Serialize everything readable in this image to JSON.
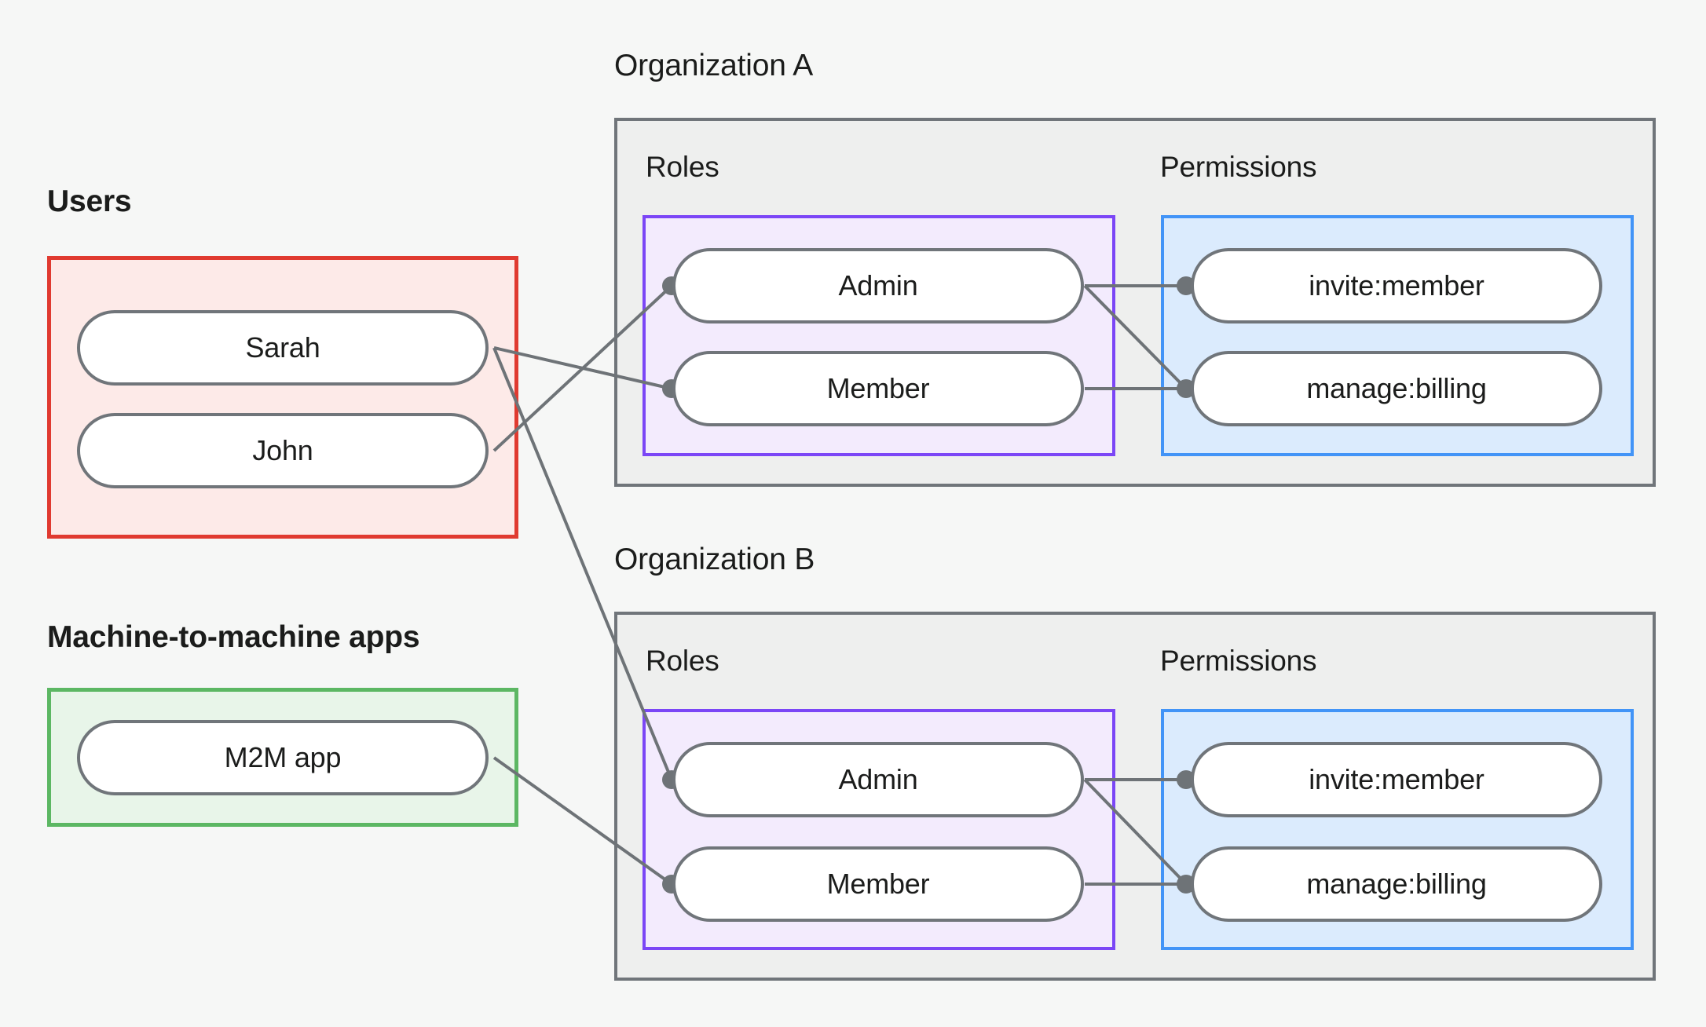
{
  "diagram": {
    "title_users": "Users",
    "title_m2m": "Machine-to-machine apps",
    "org_a_title": "Organization A",
    "org_b_title": "Organization B",
    "roles_label": "Roles",
    "permissions_label": "Permissions",
    "users": [
      {
        "id": "sarah",
        "label": "Sarah"
      },
      {
        "id": "john",
        "label": "John"
      }
    ],
    "m2m_apps": [
      {
        "id": "m2m",
        "label": "M2M app"
      }
    ],
    "org_a": {
      "roles": [
        {
          "id": "a-admin",
          "label": "Admin"
        },
        {
          "id": "a-member",
          "label": "Member"
        }
      ],
      "permissions": [
        {
          "id": "a-invite",
          "label": "invite:member"
        },
        {
          "id": "a-billing",
          "label": "manage:billing"
        }
      ]
    },
    "org_b": {
      "roles": [
        {
          "id": "b-admin",
          "label": "Admin"
        },
        {
          "id": "b-member",
          "label": "Member"
        }
      ],
      "permissions": [
        {
          "id": "b-invite",
          "label": "invite:member"
        },
        {
          "id": "b-billing",
          "label": "manage:billing"
        }
      ]
    },
    "edges": [
      {
        "from": "john",
        "to": "a-admin"
      },
      {
        "from": "sarah",
        "to": "a-member"
      },
      {
        "from": "sarah",
        "to": "b-admin"
      },
      {
        "from": "m2m",
        "to": "b-member"
      },
      {
        "from": "a-admin",
        "to": "a-invite"
      },
      {
        "from": "a-admin",
        "to": "a-billing"
      },
      {
        "from": "a-member",
        "to": "a-billing"
      },
      {
        "from": "b-admin",
        "to": "b-invite"
      },
      {
        "from": "b-admin",
        "to": "b-billing"
      },
      {
        "from": "b-member",
        "to": "b-billing"
      }
    ],
    "colors": {
      "background": "#f6f7f6",
      "users_border": "#e03a30",
      "users_fill": "#fdeae8",
      "m2m_border": "#5cb763",
      "m2m_fill": "#e8f5e9",
      "org_border": "#70757a",
      "org_fill": "#eeefee",
      "roles_border": "#7b46f6",
      "roles_fill": "#f3ebfd",
      "perms_border": "#4294f7",
      "perms_fill": "#dbebfd",
      "node_border": "#70757a",
      "node_fill": "#ffffff",
      "edge": "#6e7377",
      "text": "#1b1c1b"
    }
  }
}
